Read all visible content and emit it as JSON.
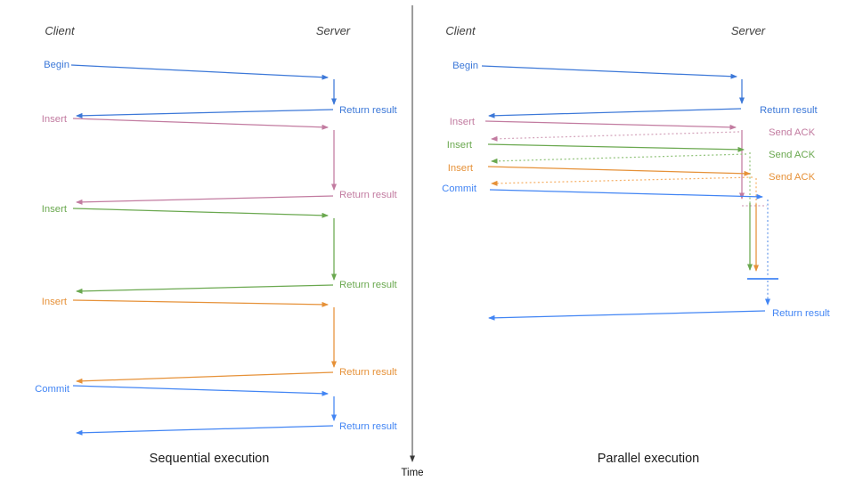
{
  "captions": {
    "sequential": "Sequential execution",
    "parallel": "Parallel execution"
  },
  "lanes": {
    "client": "Client",
    "server": "Server"
  },
  "time_label": "Time",
  "colors": {
    "blue": "#3c78d8",
    "blue_bright": "#4285f4",
    "pink": "#c27ba0",
    "green": "#6aa84f",
    "orange": "#e69138",
    "pink_light": "#d5a6bd",
    "green_light": "#93c47d",
    "orange_light": "#f6b26b",
    "blue_light": "#6d9eeb",
    "axis": "#3a3a3a"
  },
  "sequential": {
    "steps": [
      {
        "request": "Begin",
        "response": "Return result",
        "color": "#3c78d8"
      },
      {
        "request": "Insert",
        "response": "Return result",
        "color": "#c27ba0"
      },
      {
        "request": "Insert",
        "response": "Return result",
        "color": "#6aa84f"
      },
      {
        "request": "Insert",
        "response": "Return result",
        "color": "#e69138"
      },
      {
        "request": "Commit",
        "response": "Return result",
        "color": "#4285f4"
      }
    ]
  },
  "parallel": {
    "steps": [
      {
        "request": "Begin",
        "response": "Return result",
        "color": "#3c78d8"
      },
      {
        "request": "Insert",
        "response": "Send ACK",
        "color": "#c27ba0"
      },
      {
        "request": "Insert",
        "response": "Send ACK",
        "color": "#6aa84f"
      },
      {
        "request": "Insert",
        "response": "Send ACK",
        "color": "#e69138"
      },
      {
        "request": "Commit",
        "response": "Return result",
        "color": "#4285f4"
      }
    ]
  }
}
